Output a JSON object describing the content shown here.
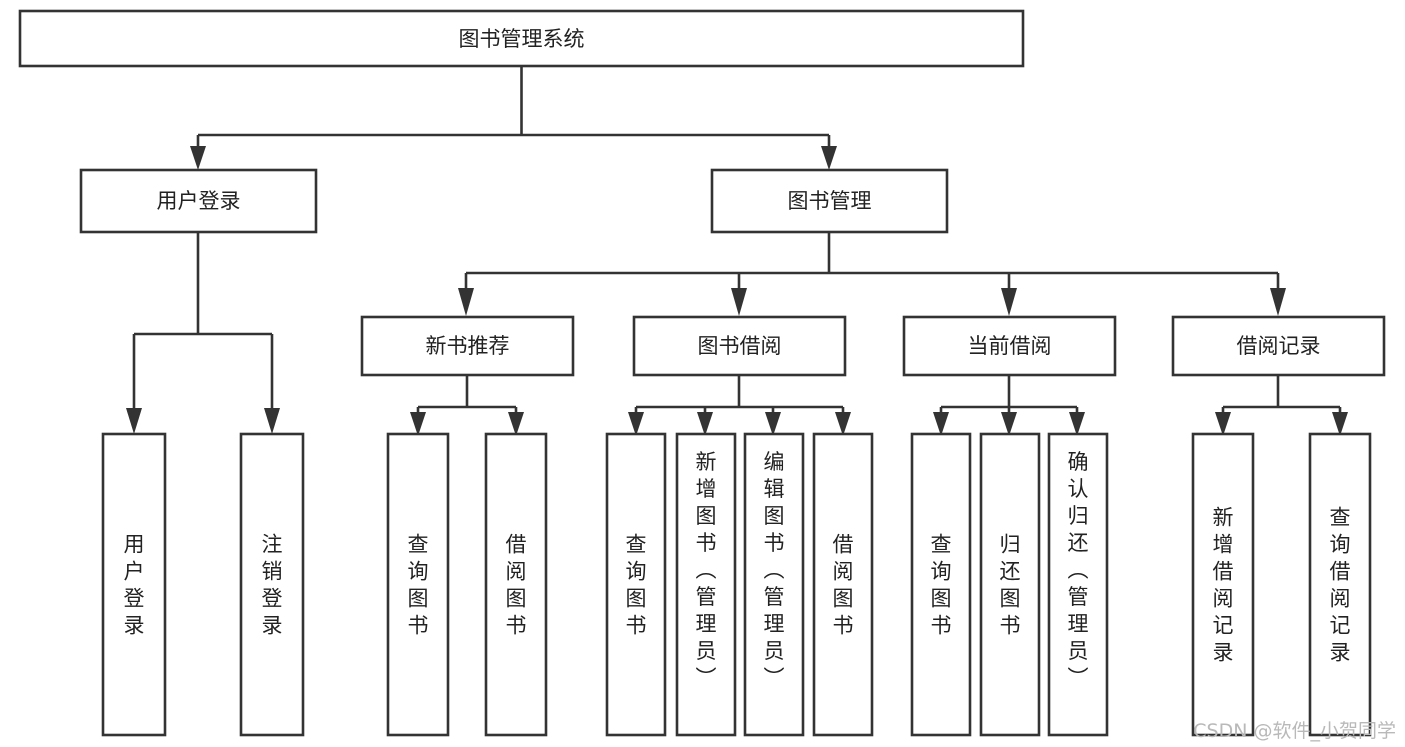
{
  "diagram": {
    "type": "tree",
    "title": "图书管理系统",
    "root": {
      "id": "root",
      "label": "图书管理系统",
      "orientation": "horizontal"
    },
    "level2": [
      {
        "id": "user-login",
        "label": "用户登录",
        "orientation": "horizontal"
      },
      {
        "id": "book-manage",
        "label": "图书管理",
        "orientation": "horizontal"
      }
    ],
    "level3": [
      {
        "id": "new-book-recommend",
        "label": "新书推荐",
        "orientation": "horizontal",
        "parent": "book-manage"
      },
      {
        "id": "book-borrow",
        "label": "图书借阅",
        "orientation": "horizontal",
        "parent": "book-manage"
      },
      {
        "id": "current-borrow",
        "label": "当前借阅",
        "orientation": "horizontal",
        "parent": "book-manage"
      },
      {
        "id": "borrow-record",
        "label": "借阅记录",
        "orientation": "horizontal",
        "parent": "book-manage"
      }
    ],
    "leaves": {
      "user_login": [
        {
          "id": "leaf-user-login",
          "label": "用户登录",
          "orientation": "vertical"
        },
        {
          "id": "leaf-user-logout",
          "label": "注销登录",
          "orientation": "vertical"
        }
      ],
      "new_book_recommend": [
        {
          "id": "leaf-query-book-1",
          "label": "查询图书",
          "orientation": "vertical"
        },
        {
          "id": "leaf-borrow-book-1",
          "label": "借阅图书",
          "orientation": "vertical"
        }
      ],
      "book_borrow": [
        {
          "id": "leaf-query-book-2",
          "label": "查询图书",
          "orientation": "vertical"
        },
        {
          "id": "leaf-add-book",
          "label": "新增图书（管理员）",
          "orientation": "vertical"
        },
        {
          "id": "leaf-edit-book",
          "label": "编辑图书（管理员）",
          "orientation": "vertical"
        },
        {
          "id": "leaf-borrow-book-2",
          "label": "借阅图书",
          "orientation": "vertical"
        }
      ],
      "current_borrow": [
        {
          "id": "leaf-query-book-3",
          "label": "查询图书",
          "orientation": "vertical"
        },
        {
          "id": "leaf-return-book",
          "label": "归还图书",
          "orientation": "vertical"
        },
        {
          "id": "leaf-confirm-return",
          "label": "确认归还（管理员）",
          "orientation": "vertical"
        }
      ],
      "borrow_record": [
        {
          "id": "leaf-add-record",
          "label": "新增借阅记录",
          "orientation": "vertical"
        },
        {
          "id": "leaf-query-record",
          "label": "查询借阅记录",
          "orientation": "vertical"
        }
      ]
    }
  },
  "watermark": {
    "text": "CSDN @软件_小贺同学"
  },
  "colors": {
    "box_stroke": "#333333",
    "box_fill": "#ffffff",
    "text": "#222222",
    "background": "#ffffff",
    "watermark": "#b9b9b9"
  }
}
